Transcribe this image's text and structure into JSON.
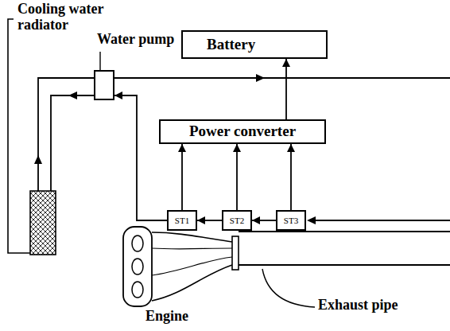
{
  "diagram": {
    "nodes": [
      {
        "text": [
          "Water pump"
        ]
      },
      {
        "text": [
          "Battery"
        ]
      },
      {
        "text": [
          "Power converter"
        ]
      },
      {
        "text": [
          "ST1"
        ]
      },
      {
        "text": [
          "ST2"
        ]
      },
      {
        "text": [
          "ST3"
        ]
      }
    ],
    "edges": [
      {
        "from": 2,
        "to": 1,
        "arrow": "to"
      },
      {
        "from": 3,
        "to": 2,
        "arrow": "to"
      },
      {
        "from": 4,
        "to": 2,
        "arrow": "to"
      },
      {
        "from": 5,
        "to": 2,
        "arrow": "to"
      },
      {
        "from": 4,
        "to": 3,
        "arrow": "to"
      },
      {
        "from": 5,
        "to": 4,
        "arrow": "to"
      },
      {
        "from": 3,
        "to": 0,
        "arrow": "to"
      }
    ],
    "labels": [
      "Cooling water radiator",
      "Engine",
      "Exhaust pipe"
    ]
  }
}
